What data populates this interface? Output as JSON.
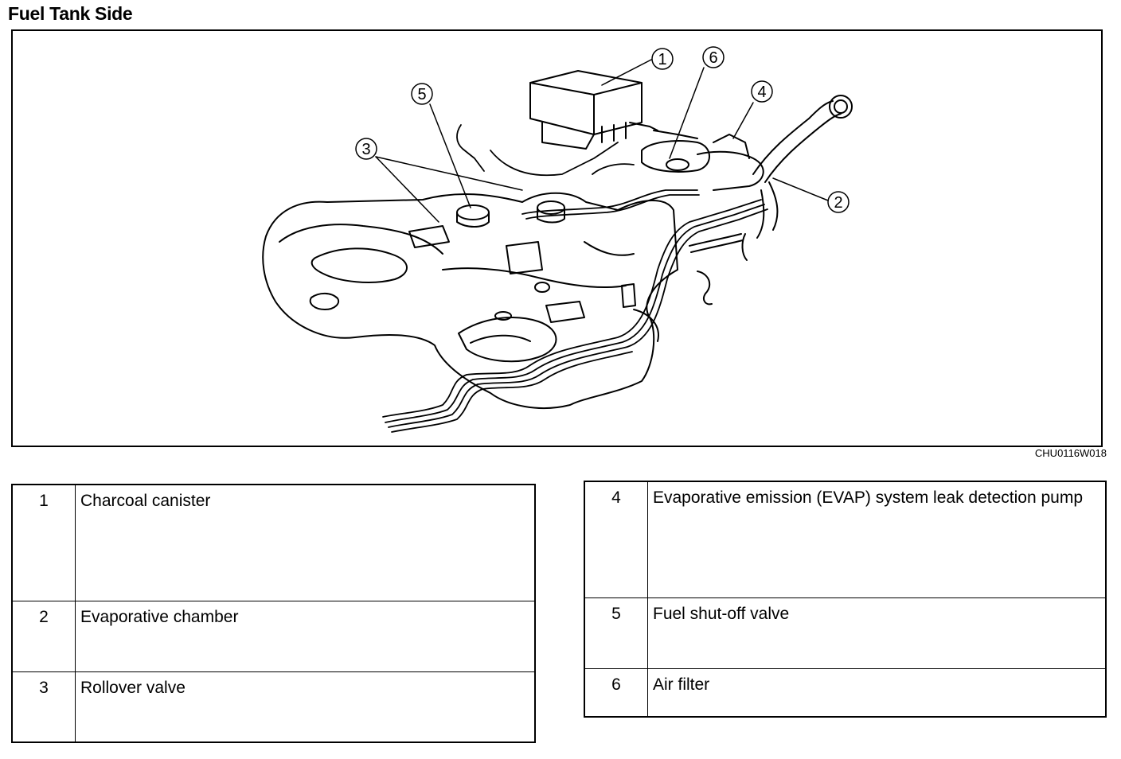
{
  "page": {
    "title": "Fuel Tank Side",
    "figure_code": "CHU0116W018"
  },
  "diagram": {
    "callouts": [
      "1",
      "2",
      "3",
      "4",
      "5",
      "6"
    ]
  },
  "legend": {
    "left": [
      {
        "num": "1",
        "label": "Charcoal canister"
      },
      {
        "num": "2",
        "label": "Evaporative chamber"
      },
      {
        "num": "3",
        "label": "Rollover valve"
      }
    ],
    "right": [
      {
        "num": "4",
        "label": "Evaporative emission (EVAP) system leak detection pump"
      },
      {
        "num": "5",
        "label": "Fuel shut-off valve"
      },
      {
        "num": "6",
        "label": "Air filter"
      }
    ]
  }
}
